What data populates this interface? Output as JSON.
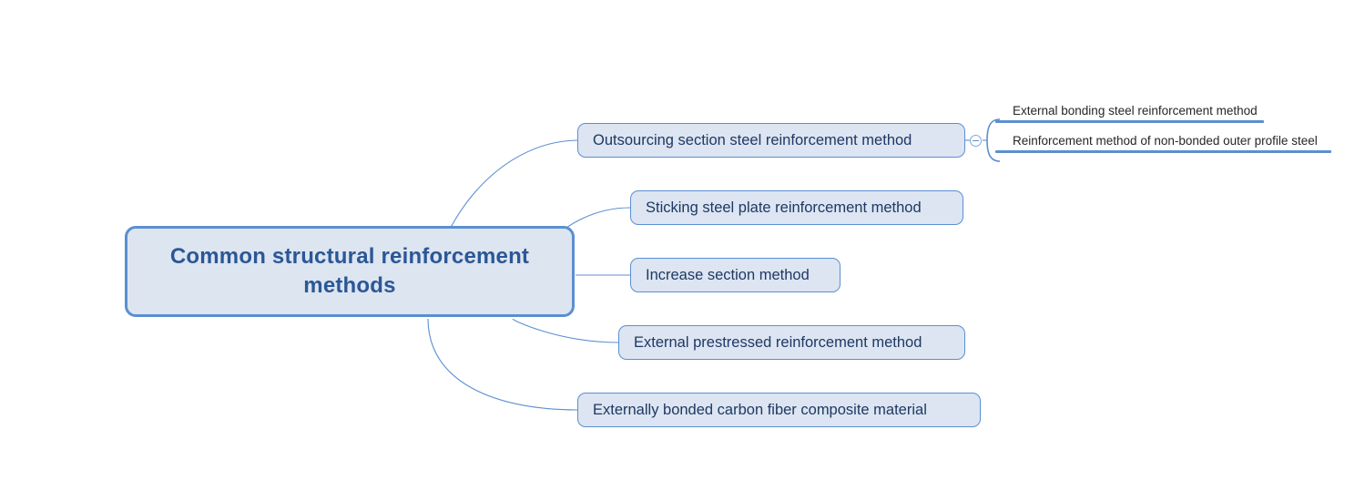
{
  "diagram": {
    "type": "mind-map",
    "background_color": "#ffffff",
    "accent_color": "#5b8fd1",
    "node_fill_color": "#dce5f1",
    "root_text_color": "#2b5797",
    "branch_text_color": "#1f3864",
    "sub_text_color": "#262626"
  },
  "root": {
    "label": "Common structural reinforcement methods"
  },
  "branches": [
    {
      "label": "Outsourcing section steel reinforcement method",
      "toggle": {
        "name": "collapse-toggle-outsourcing",
        "state": "expanded",
        "glyph": "minus"
      },
      "children": [
        {
          "label": "External bonding steel reinforcement method"
        },
        {
          "label": "Reinforcement method of non-bonded outer profile steel"
        }
      ]
    },
    {
      "label": "Sticking steel plate reinforcement method",
      "children": []
    },
    {
      "label": "Increase section method",
      "children": []
    },
    {
      "label": "External prestressed reinforcement method",
      "children": []
    },
    {
      "label": "Externally bonded carbon fiber composite material",
      "children": []
    }
  ]
}
